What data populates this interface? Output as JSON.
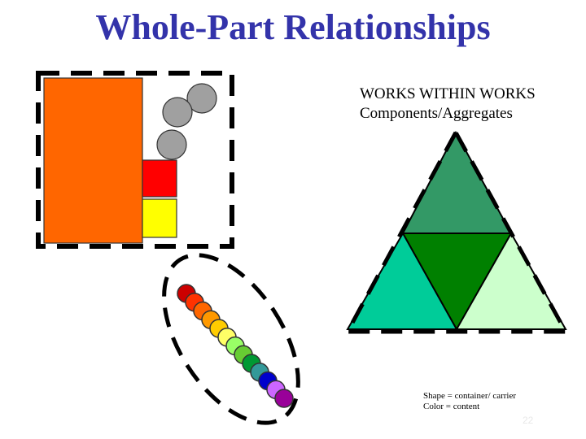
{
  "title": "Whole-Part Relationships",
  "subtitle": {
    "line1": "WORKS WITHIN WORKS",
    "line2": "Components/Aggregates"
  },
  "legend": {
    "line1": "Shape = container/ carrier",
    "line2": "Color = content"
  },
  "slide_number": "22",
  "colors": {
    "title": "#3333aa",
    "orange_block": "#ff6600",
    "red_block": "#ff0000",
    "yellow_block": "#ffff00",
    "gray_circles": "#a0a0a0",
    "triangle_top": "#339966",
    "triangle_center": "#008000",
    "triangle_left": "#00cc99",
    "triangle_right": "#ccffcc"
  },
  "bead_colors": [
    "#cc0000",
    "#ff3300",
    "#ff6600",
    "#ff9900",
    "#ffcc00",
    "#ffff66",
    "#99ff66",
    "#66cc33",
    "#009933",
    "#339999",
    "#0000cc",
    "#cc66ff",
    "#990099"
  ]
}
